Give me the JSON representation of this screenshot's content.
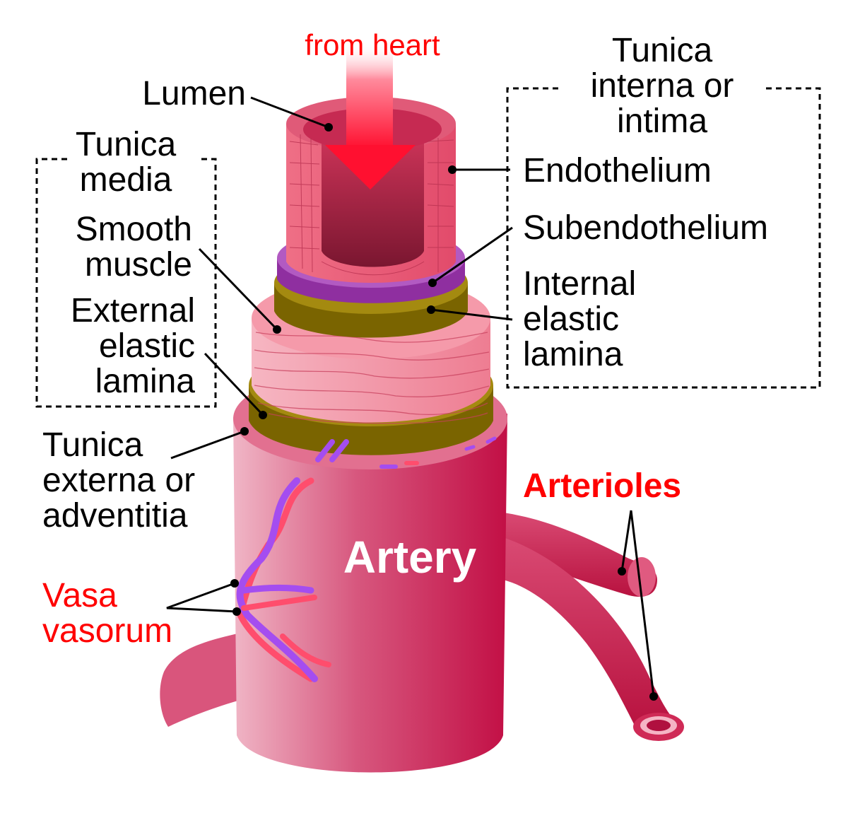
{
  "colors": {
    "label_black": "#000000",
    "label_red": "#ff0000",
    "artery_label": "#ffffff",
    "endothelium": "#f06a80",
    "subendothelium": "#9b3aa6",
    "elastic_lamina": "#7a6400",
    "smooth_muscle": "#f08a98",
    "adventitia": "#cc1f50",
    "vasa_vein": "#a44df0",
    "vasa_artery": "#ff4d6d",
    "flow_arrow": "#ff1030"
  },
  "labels": {
    "from_heart": "from heart",
    "lumen": "Lumen",
    "tunica_interna": [
      "Tunica",
      "interna or",
      "intima"
    ],
    "endothelium": "Endothelium",
    "subendothelium": "Subendothelium",
    "internal_elastic_lamina": [
      "Internal",
      "elastic",
      "lamina"
    ],
    "tunica_media": [
      "Tunica",
      "media"
    ],
    "smooth_muscle": [
      "Smooth",
      "muscle"
    ],
    "external_elastic_lamina": [
      "External",
      "elastic",
      "lamina"
    ],
    "tunica_externa": [
      "Tunica",
      "externa or",
      "adventitia"
    ],
    "vasa_vasorum": [
      "Vasa",
      "vasorum"
    ],
    "arterioles": "Arterioles",
    "artery": "Artery"
  },
  "icons": {
    "flow_arrow": "down-arrow-icon"
  }
}
